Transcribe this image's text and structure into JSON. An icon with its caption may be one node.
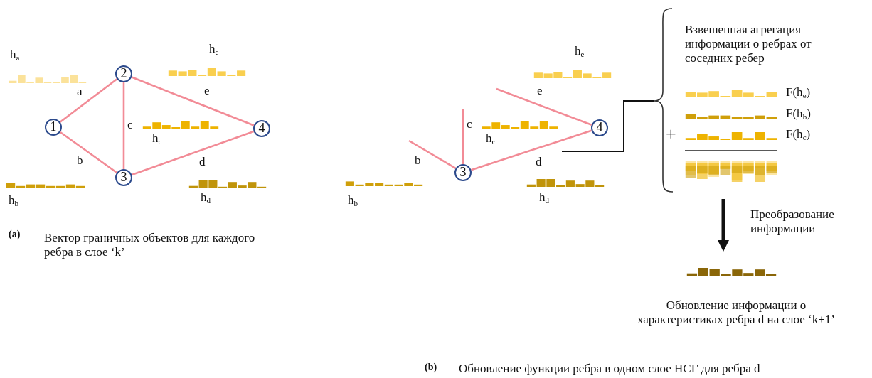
{
  "diagram": {
    "nodes": [
      {
        "text": [
          "1"
        ]
      },
      {
        "text": [
          "2"
        ]
      },
      {
        "text": [
          "3"
        ]
      },
      {
        "text": [
          "4"
        ]
      },
      {
        "text": [
          "3"
        ]
      },
      {
        "text": [
          "4"
        ]
      }
    ],
    "edges": [
      {
        "from": 0,
        "to": 1,
        "arrow": "none",
        "label": "a"
      },
      {
        "from": 0,
        "to": 2,
        "arrow": "none",
        "label": "b"
      },
      {
        "from": 1,
        "to": 2,
        "arrow": "none",
        "label": "c"
      },
      {
        "from": 2,
        "to": 3,
        "arrow": "none",
        "label": "d"
      },
      {
        "from": 1,
        "to": 3,
        "arrow": "none",
        "label": "e"
      },
      {
        "from": null,
        "to": 4,
        "arrow": "none",
        "label": "b"
      },
      {
        "from": null,
        "to": 4,
        "arrow": "none",
        "label": "c"
      },
      {
        "from": 4,
        "to": 5,
        "arrow": "none",
        "label": "d"
      },
      {
        "from": null,
        "to": 5,
        "arrow": "none",
        "label": "e"
      }
    ],
    "labels": [
      "h$_{a}$",
      "h$_{e}$",
      "h$_{c}$",
      "h$_{b}$",
      "h$_{d}$",
      "(a)",
      "Вектор граничных объектов для каждого ребра в слое ‘k’",
      "h$_{e}$",
      "h$_{c}$",
      "h$_{b}$",
      "h$_{d}$",
      "Взвешенная агрегация информации о ребрах от соседних ребер",
      "F(h$_{e}$)",
      "F(h$_{b}$)",
      "F(h$_{c}$)",
      "+",
      "Преобразование информации",
      "Обновление информации о характеристиках ребра d на слое ‘k+1’",
      "(b)",
      "Обновление функции ребра в одном слое НСГ для ребра d"
    ]
  }
}
